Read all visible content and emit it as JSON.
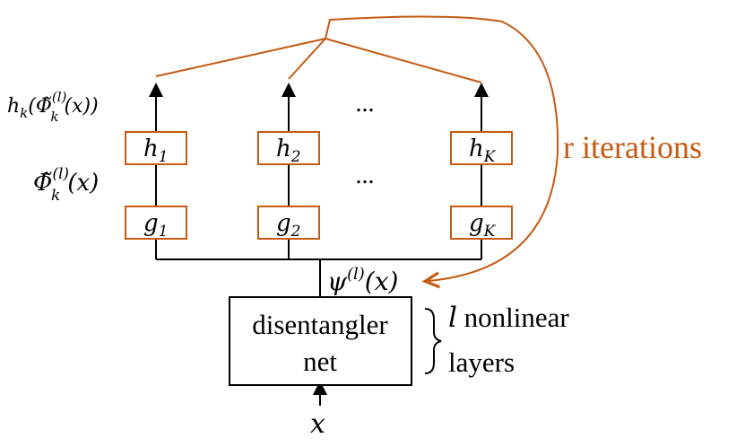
{
  "colors": {
    "accent": "#c55a11",
    "ink": "#000000"
  },
  "input": {
    "label": "x"
  },
  "disentangler": {
    "line1": "disentangler",
    "line2": "net"
  },
  "layers_note": {
    "var": "l",
    "line1": " nonlinear",
    "line2": "layers"
  },
  "psi_label": {
    "sym": "ψ",
    "sup": "(l)",
    "arg": "(x)"
  },
  "phi_label": {
    "sym": "Φ̃",
    "sub": "k",
    "sup": "(l)",
    "arg": "(x)"
  },
  "h_out_label": {
    "pre": "h",
    "pre_sub": "k",
    "paren": "(",
    "sym": "Φ̃",
    "sub": "k",
    "sup": "(l)",
    "arg": "(x))"
  },
  "iterations_label": "r iterations",
  "ellipsis": "...",
  "g_boxes": [
    {
      "name": "g",
      "sub": "1"
    },
    {
      "name": "g",
      "sub": "2"
    },
    {
      "name": "g",
      "sub": "K"
    }
  ],
  "h_boxes": [
    {
      "name": "h",
      "sub": "1"
    },
    {
      "name": "h",
      "sub": "2"
    },
    {
      "name": "h",
      "sub": "K"
    }
  ]
}
